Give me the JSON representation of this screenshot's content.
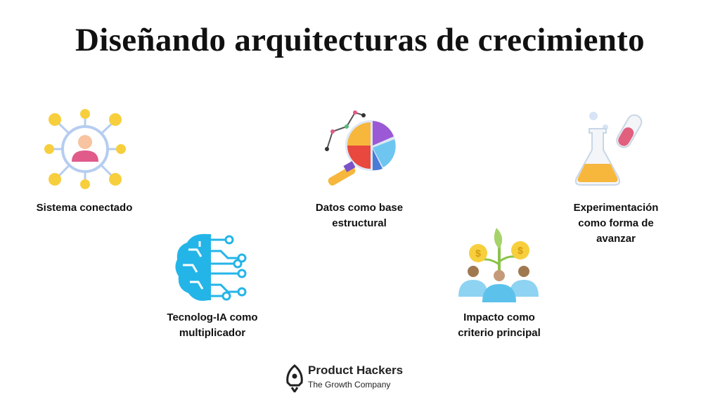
{
  "title": "Diseñando arquitecturas de crecimiento",
  "items": [
    {
      "label": "Sistema conectado",
      "icon": "connected-person-icon"
    },
    {
      "label": "Datos como base\nestructural",
      "icon": "data-magnifier-chart-icon"
    },
    {
      "label": "Experimentación\ncomo forma de\navanzar",
      "icon": "lab-flask-icon"
    },
    {
      "label": "Tecnolog-IA como\nmultiplicador",
      "icon": "ai-brain-circuit-icon"
    },
    {
      "label": "Impacto como\ncriterio principal",
      "icon": "plant-coins-people-icon"
    }
  ],
  "brand": {
    "name": "Product Hackers",
    "tagline": "The Growth Company",
    "icon": "rocket-logo-icon"
  },
  "colors": {
    "yellow": "#f7cf3d",
    "light_blue": "#b6cdf0",
    "pink": "#e05a8a",
    "cyan": "#24b5e8",
    "flask_orange": "#f6b73c"
  }
}
